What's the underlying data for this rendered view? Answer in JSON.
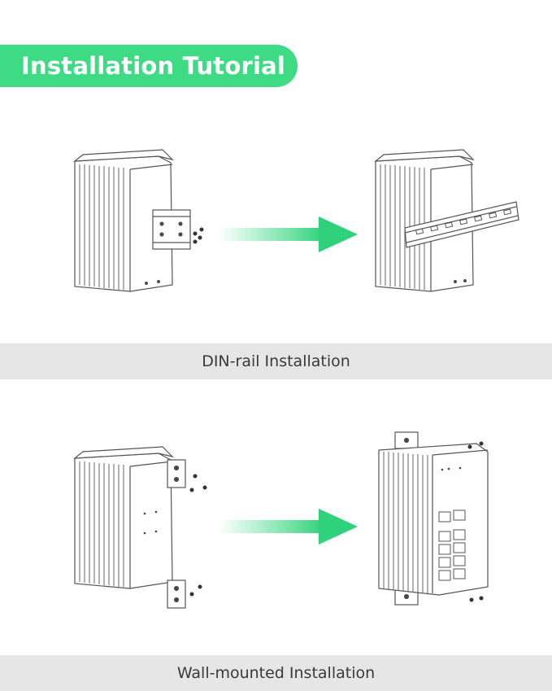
{
  "header": {
    "title": "Installation Tutorial"
  },
  "sections": [
    {
      "label": "DIN-rail Installation"
    },
    {
      "label": "Wall-mounted Installation"
    }
  ],
  "colors": {
    "accent": "#3ddc84",
    "band": "#e6e6e6",
    "line": "#555555"
  },
  "icons": [
    "arrow-right-icon",
    "device-illustration",
    "din-rail-illustration",
    "wall-bracket-illustration"
  ]
}
